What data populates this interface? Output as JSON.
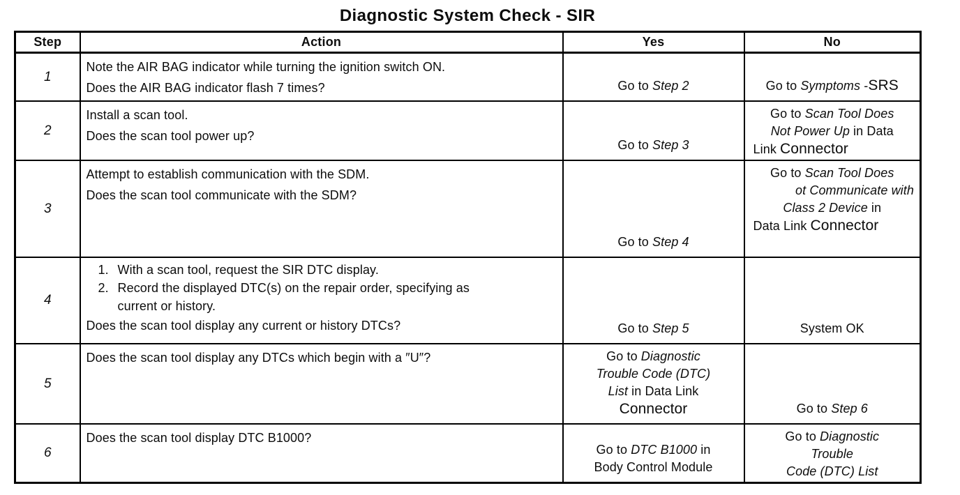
{
  "title": "Diagnostic System Check - SIR",
  "colors": {
    "ink": "#000000",
    "paper": "#ffffff"
  },
  "table": {
    "headers": [
      "Step",
      "Action",
      "Yes",
      "No"
    ],
    "rows": [
      {
        "step": "1",
        "action": {
          "lines": [
            {
              "text": "Note the AIR BAG indicator while turning the ignition switch ON."
            },
            {
              "text": "Does the AIR BAG indicator flash 7 times?"
            }
          ]
        },
        "yes": {
          "valign": "bottom",
          "lines": [
            {
              "segs": [
                {
                  "t": "Go to "
                },
                {
                  "t": "Step 2",
                  "i": true
                }
              ]
            }
          ]
        },
        "no": {
          "valign": "bottom",
          "lines": [
            {
              "segs": [
                {
                  "t": "Go to "
                },
                {
                  "t": "Symptoms",
                  "i": true
                },
                {
                  "t": " -"
                },
                {
                  "t": "SRS",
                  "big": true
                }
              ]
            }
          ]
        }
      },
      {
        "step": "2",
        "action": {
          "lines": [
            {
              "text": "Install a scan tool."
            },
            {
              "text": "Does the scan tool power up?"
            }
          ]
        },
        "yes": {
          "valign": "bottom",
          "lines": [
            {
              "segs": [
                {
                  "t": "Go to "
                },
                {
                  "t": "Step 3",
                  "i": true
                }
              ]
            }
          ]
        },
        "no": {
          "valign": "top",
          "lines": [
            {
              "segs": [
                {
                  "t": "Go to "
                },
                {
                  "t": "Scan Tool Does",
                  "i": true
                }
              ]
            },
            {
              "segs": [
                {
                  "t": "Not Power Up",
                  "i": true
                },
                {
                  "t": " in Data"
                }
              ]
            },
            {
              "align": "left",
              "segs": [
                {
                  "t": "Link "
                },
                {
                  "t": "Connector",
                  "big": true
                }
              ]
            }
          ]
        }
      },
      {
        "step": "3",
        "action": {
          "lines": [
            {
              "text": "Attempt to establish communication with the SDM."
            },
            {
              "text": "Does the scan tool communicate with the SDM?"
            }
          ]
        },
        "yes": {
          "valign": "bottom",
          "lines": [
            {
              "segs": [
                {
                  "t": "Go to "
                },
                {
                  "t": "Step 4",
                  "i": true
                }
              ]
            }
          ]
        },
        "no": {
          "valign": "top",
          "lines": [
            {
              "segs": [
                {
                  "t": "Go to "
                },
                {
                  "t": "Scan Tool Does",
                  "i": true
                }
              ]
            },
            {
              "align": "right",
              "segs": [
                {
                  "t": "ot Communicate with",
                  "i": true
                }
              ]
            },
            {
              "segs": [
                {
                  "t": "Class 2 Device",
                  "i": true
                },
                {
                  "t": " in"
                }
              ]
            },
            {
              "align": "left",
              "segs": [
                {
                  "t": "Data Link "
                },
                {
                  "t": "Connector",
                  "big": true
                }
              ]
            }
          ]
        }
      },
      {
        "step": "4",
        "action": {
          "lines": [
            {
              "num": "1.",
              "text": "With a scan tool, request the SIR DTC display."
            },
            {
              "num": "2.",
              "text": "Record the displayed DTC(s) on the repair order, specifying as current or history."
            },
            {
              "text": "Does the scan tool display any current or history DTCs?"
            }
          ]
        },
        "yes": {
          "valign": "bottom",
          "lines": [
            {
              "segs": [
                {
                  "t": "Go to "
                },
                {
                  "t": "Step 5",
                  "i": true
                }
              ]
            }
          ]
        },
        "no": {
          "valign": "bottom",
          "lines": [
            {
              "segs": [
                {
                  "t": "System OK"
                }
              ]
            }
          ]
        }
      },
      {
        "step": "5",
        "action": {
          "lines": [
            {
              "text": "Does the scan tool display any DTCs which begin with a ″U″?"
            }
          ]
        },
        "yes": {
          "valign": "top",
          "lines": [
            {
              "segs": [
                {
                  "t": "Go to "
                },
                {
                  "t": "Diagnostic",
                  "i": true
                }
              ]
            },
            {
              "segs": [
                {
                  "t": "Trouble Code (DTC)",
                  "i": true
                }
              ]
            },
            {
              "segs": [
                {
                  "t": "List",
                  "i": true
                },
                {
                  "t": " in Data Link"
                }
              ]
            },
            {
              "segs": [
                {
                  "t": "Connector",
                  "big": true
                }
              ]
            }
          ]
        },
        "no": {
          "valign": "bottom",
          "lines": [
            {
              "segs": [
                {
                  "t": "Go to "
                },
                {
                  "t": "Step 6",
                  "i": true
                }
              ]
            }
          ]
        }
      },
      {
        "step": "6",
        "action": {
          "lines": [
            {
              "text": "Does the scan tool display DTC B1000?"
            }
          ]
        },
        "yes": {
          "valign": "bottom",
          "lines": [
            {
              "segs": [
                {
                  "t": "Go to "
                },
                {
                  "t": "DTC B1000",
                  "i": true
                },
                {
                  "t": " in"
                }
              ]
            },
            {
              "segs": [
                {
                  "t": "Body Control Module"
                }
              ]
            }
          ]
        },
        "no": {
          "valign": "top",
          "lines": [
            {
              "segs": [
                {
                  "t": "Go to "
                },
                {
                  "t": "Diagnostic",
                  "i": true
                }
              ]
            },
            {
              "segs": [
                {
                  "t": "Trouble",
                  "i": true
                }
              ]
            },
            {
              "segs": [
                {
                  "t": "Code (DTC) List",
                  "i": true
                }
              ]
            }
          ]
        }
      }
    ]
  }
}
